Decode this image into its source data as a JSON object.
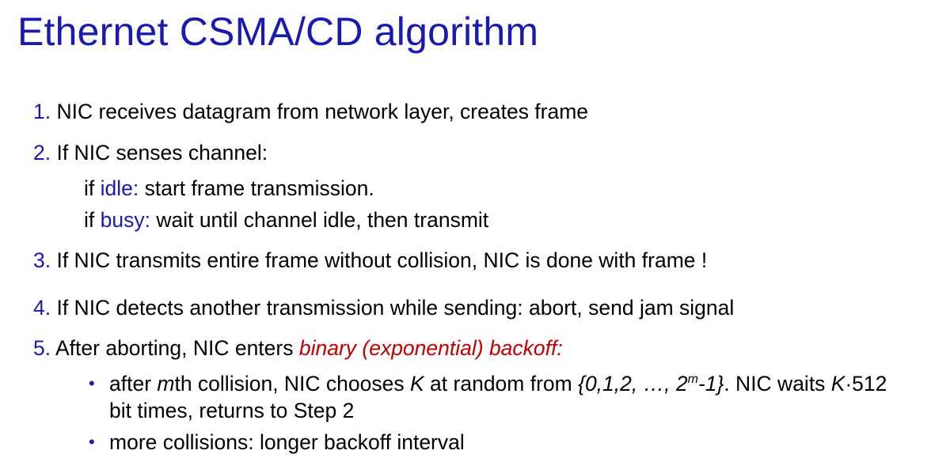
{
  "title": "Ethernet CSMA/CD algorithm",
  "steps": [
    {
      "num": "1.",
      "text": " NIC receives datagram from network layer, creates frame"
    },
    {
      "num": "2.",
      "text": " If NIC senses channel:"
    },
    {
      "num": "3.",
      "text": " If NIC transmits entire frame without collision, NIC is done with frame !"
    },
    {
      "num": "4.",
      "text": " If NIC detects another transmission while sending:  abort, send jam signal"
    },
    {
      "num": "5.",
      "text": " After aborting, NIC enters ",
      "emph": "binary (exponential) backoff:"
    }
  ],
  "sub": {
    "if1": "if ",
    "idle_kw": "idle:",
    "idle_text": " start frame transmission.",
    "if2": "if ",
    "busy_kw": "busy:",
    "busy_text": " wait until channel idle, then transmit"
  },
  "bullets": {
    "symbol": "•",
    "b1_p1": "after ",
    "b1_m": "m",
    "b1_p2": "th collision, NIC chooses ",
    "b1_k": "K",
    "b1_p3": " at random from ",
    "b1_set": "{0,1,2, …, 2",
    "b1_sup": "m",
    "b1_set_end": "-1}",
    "b1_p4": ". NIC waits ",
    "b1_k2": "K",
    "b1_dot": "·",
    "b1_p5": "512",
    "b1_line2": "bit times, returns to Step 2",
    "b2": "more collisions: longer backoff interval"
  },
  "colors": {
    "title": "#1a1ab0",
    "number": "#1a1ab0",
    "keyword": "#1a1ab0",
    "emphasis": "#c00000",
    "text": "#000000"
  }
}
